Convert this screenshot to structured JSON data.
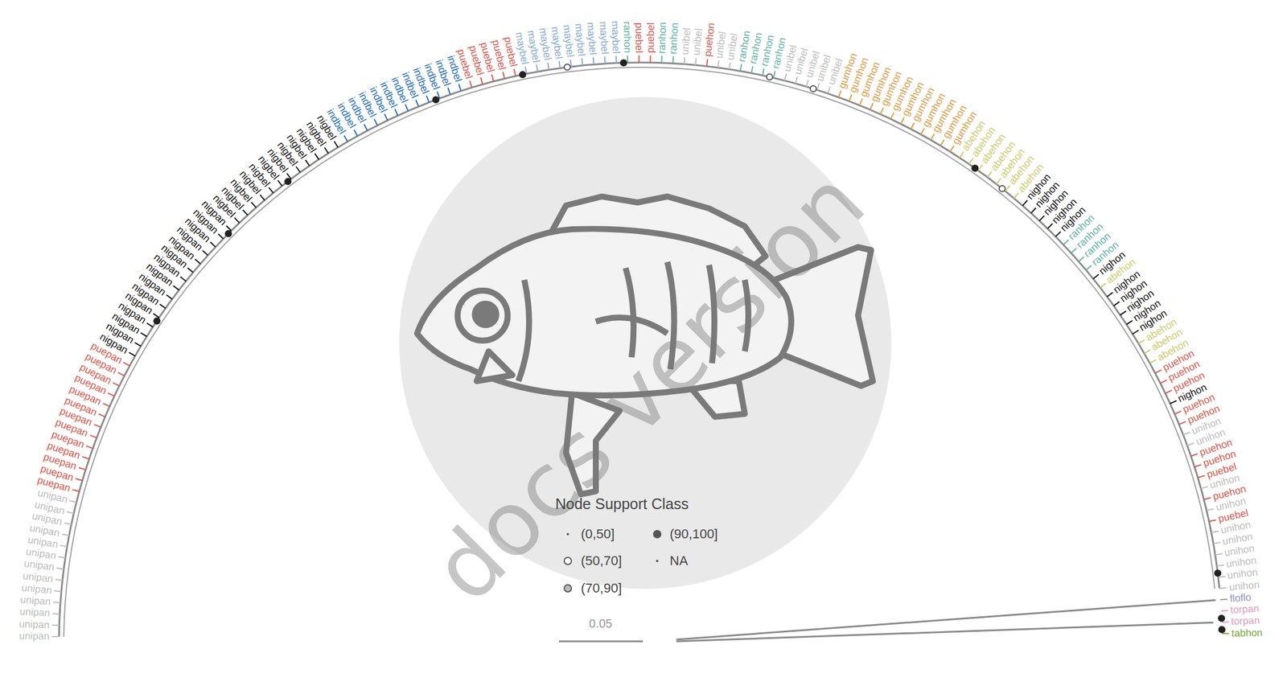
{
  "diagram": {
    "labels": [
      "unipan",
      "unipan",
      "unipan",
      "unipan",
      "unipan",
      "unipan",
      "unipan",
      "unipan",
      "unipan",
      "unipan",
      "unipan",
      "unipan",
      "unipan",
      "puepan",
      "puepan",
      "puepan",
      "puepan",
      "puepan",
      "puepan",
      "puepan",
      "puepan",
      "puepan",
      "puepan",
      "puepan",
      "puepan",
      "puepan",
      "nigpan",
      "nigpan",
      "nigpan",
      "nigpan",
      "nigpan",
      "nigpan",
      "nigpan",
      "nigpan",
      "nigpan",
      "nigpan",
      "nigpan",
      "nigpan",
      "nigpan",
      "nigpan",
      "nigpan",
      "nigbel",
      "nigbel",
      "nigbel",
      "nigbel",
      "nigbel",
      "nigbel",
      "nigbel",
      "nigbel",
      "nigbel",
      "nigbel",
      "nigbel",
      "nigbel",
      "indbel",
      "indbel",
      "indbel",
      "indbel",
      "indbel",
      "indbel",
      "indbel",
      "indbel",
      "indbel",
      "indbel",
      "indbel",
      "indbel",
      "puebel",
      "puebel",
      "puebel",
      "puebel",
      "puebel",
      "maybel",
      "maybel",
      "maybel",
      "maybel",
      "maybel",
      "maybel",
      "maybel",
      "maybel",
      "maybel",
      "ranhon",
      "puebel",
      "puebel",
      "ranhon",
      "ranhon",
      "unibel",
      "unibel",
      "puehon",
      "unibel",
      "unibel",
      "ranhon",
      "ranhon",
      "ranhon",
      "ranhon",
      "unibel",
      "unibel",
      "unibel",
      "unibel",
      "unibel",
      "gumhon",
      "gumhon",
      "gumhon",
      "gumhon",
      "gumhon",
      "gumhon",
      "gumhon",
      "gumhon",
      "gumhon",
      "gumhon",
      "gumhon",
      "gumhon",
      "abehon",
      "abehon",
      "abehon",
      "abehon",
      "abehon",
      "abehon",
      "abehon",
      "nighon",
      "nighon",
      "nighon",
      "nighon",
      "nighon",
      "ranhon",
      "ranhon",
      "ranhon",
      "ranhon",
      "nighon",
      "abehon",
      "nighon",
      "nighon",
      "nighon",
      "nighon",
      "nighon",
      "abehon",
      "abehon",
      "abehon",
      "puehon",
      "puehon",
      "puehon",
      "nighon",
      "puehon",
      "puehon",
      "unihon",
      "unihon",
      "puehon",
      "puehon",
      "puebel",
      "unihon",
      "puehon",
      "unihon",
      "puebel",
      "unihon",
      "unihon",
      "unihon",
      "unihon",
      "unihon",
      "unihon",
      "floflo",
      "torpan",
      "torpan",
      "tabhon",
      "Node Support Class",
      "0.05",
      "docs version"
    ],
    "legend": [
      {
        "text": "(0,50]"
      },
      {
        "text": "(50,70]"
      },
      {
        "text": "(70,90]"
      },
      {
        "text": "(90,100]"
      },
      {
        "text": "NA"
      }
    ]
  }
}
